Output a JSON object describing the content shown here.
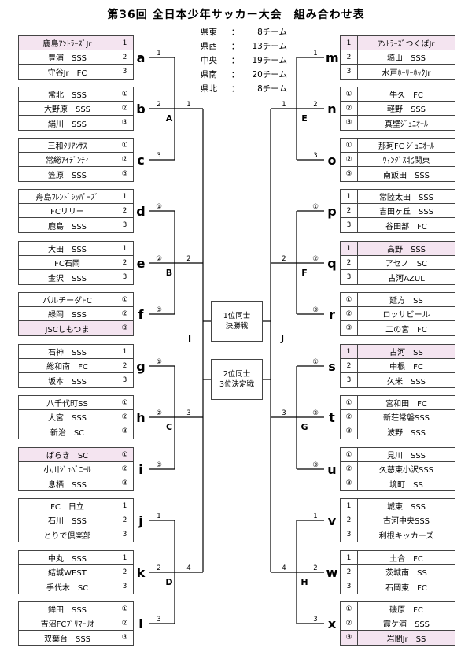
{
  "title": "第36回 全日本少年サッカー大会　組み合わせ表",
  "team_counts": [
    {
      "region": "県東",
      "sep": "：",
      "count": "8チーム"
    },
    {
      "region": "県西",
      "sep": "：",
      "count": "13チーム"
    },
    {
      "region": "中央",
      "sep": "：",
      "count": "19チーム"
    },
    {
      "region": "県南",
      "sep": "：",
      "count": "20チーム"
    },
    {
      "region": "県北",
      "sep": "：",
      "count": "8チーム"
    }
  ],
  "left_groups": [
    {
      "letter": "a",
      "teams": [
        {
          "name": "鹿島ｱﾝﾄﾗｰｽﾞJr",
          "num": "1",
          "pink": true
        },
        {
          "name": "豊浦　SSS",
          "num": "2"
        },
        {
          "name": "守谷Jr　FC",
          "num": "3"
        }
      ]
    },
    {
      "letter": "b",
      "teams": [
        {
          "name": "常北　SSS",
          "num": "①"
        },
        {
          "name": "大野原　SSS",
          "num": "②"
        },
        {
          "name": "絹川　SSS",
          "num": "③"
        }
      ]
    },
    {
      "letter": "c",
      "teams": [
        {
          "name": "三和ｸﾘｱﾝｻｽ",
          "num": "①"
        },
        {
          "name": "常総ｱｲﾃﾞﾝﾃｨ",
          "num": "②"
        },
        {
          "name": "笠原　SSS",
          "num": "③"
        }
      ]
    },
    {
      "letter": "d",
      "teams": [
        {
          "name": "舟島ﾌﾚﾝﾄﾞｼｯﾊﾟｰｽﾞ",
          "num": "1"
        },
        {
          "name": "FCリリー",
          "num": "2"
        },
        {
          "name": "鹿島　SSS",
          "num": "3"
        }
      ]
    },
    {
      "letter": "e",
      "teams": [
        {
          "name": "大田　SSS",
          "num": "1"
        },
        {
          "name": "FC石岡",
          "num": "2"
        },
        {
          "name": "金沢　SSS",
          "num": "3"
        }
      ]
    },
    {
      "letter": "f",
      "teams": [
        {
          "name": "パルチーダFC",
          "num": "①"
        },
        {
          "name": "緑岡　SSS",
          "num": "②"
        },
        {
          "name": "JSCしもつま",
          "num": "③",
          "pink": true
        }
      ]
    },
    {
      "letter": "g",
      "teams": [
        {
          "name": "石神　SSS",
          "num": "1"
        },
        {
          "name": "総和南　FC",
          "num": "2"
        },
        {
          "name": "坂本　SSS",
          "num": "3"
        }
      ]
    },
    {
      "letter": "h",
      "teams": [
        {
          "name": "八千代町SS",
          "num": "①"
        },
        {
          "name": "大宮　SSS",
          "num": "②"
        },
        {
          "name": "新治　SC",
          "num": "③"
        }
      ]
    },
    {
      "letter": "i",
      "teams": [
        {
          "name": "ばらき　SC",
          "num": "①",
          "pink": true
        },
        {
          "name": "小川ｼﾞｭﾍﾞﾆｰﾙ",
          "num": "②"
        },
        {
          "name": "息栖　SSS",
          "num": "③"
        }
      ]
    },
    {
      "letter": "j",
      "teams": [
        {
          "name": "FC　日立",
          "num": "1"
        },
        {
          "name": "石川　SSS",
          "num": "2"
        },
        {
          "name": "とりで倶楽部",
          "num": "3"
        }
      ]
    },
    {
      "letter": "k",
      "teams": [
        {
          "name": "中丸　SSS",
          "num": "1"
        },
        {
          "name": "結城WEST",
          "num": "2"
        },
        {
          "name": "手代木　SC",
          "num": "3"
        }
      ]
    },
    {
      "letter": "l",
      "teams": [
        {
          "name": "鉾田　SSS",
          "num": "①"
        },
        {
          "name": "吉沼FCﾌﾟﾘﾏｰﾘｵ",
          "num": "②"
        },
        {
          "name": "双葉台　SSS",
          "num": "③"
        }
      ]
    }
  ],
  "right_groups": [
    {
      "letter": "m",
      "teams": [
        {
          "name": "ｱﾝﾄﾗｰｽﾞつくばJr",
          "num": "1",
          "pink": true
        },
        {
          "name": "塙山　SSS",
          "num": "2"
        },
        {
          "name": "水戸ﾎｰﾘｰﾎｯｸJr",
          "num": "3"
        }
      ]
    },
    {
      "letter": "n",
      "teams": [
        {
          "name": "牛久　FC",
          "num": "①"
        },
        {
          "name": "軽野　SSS",
          "num": "②"
        },
        {
          "name": "真壁ｼﾞｭﾆｵｰﾙ",
          "num": "③"
        }
      ]
    },
    {
      "letter": "o",
      "teams": [
        {
          "name": "那珂FC ｼﾞｭﾆｵｰﾙ",
          "num": "①"
        },
        {
          "name": "ｳｨﾝｸﾞｽ北関東",
          "num": "②"
        },
        {
          "name": "南飯田　SSS",
          "num": "③"
        }
      ]
    },
    {
      "letter": "p",
      "teams": [
        {
          "name": "常陸太田　SSS",
          "num": "1"
        },
        {
          "name": "吉田ヶ丘　SSS",
          "num": "2"
        },
        {
          "name": "谷田部　FC",
          "num": "3"
        }
      ]
    },
    {
      "letter": "q",
      "teams": [
        {
          "name": "高野　SSS",
          "num": "1",
          "pink": true
        },
        {
          "name": "アセノ　SC",
          "num": "2"
        },
        {
          "name": "古河AZUL",
          "num": "3"
        }
      ]
    },
    {
      "letter": "r",
      "teams": [
        {
          "name": "延方　SS",
          "num": "①"
        },
        {
          "name": "ロッサビール",
          "num": "②"
        },
        {
          "name": "二の宮　FC",
          "num": "③"
        }
      ]
    },
    {
      "letter": "s",
      "teams": [
        {
          "name": "古河　SS",
          "num": "1",
          "pink": true
        },
        {
          "name": "中根　FC",
          "num": "2"
        },
        {
          "name": "久米　SSS",
          "num": "3"
        }
      ]
    },
    {
      "letter": "t",
      "teams": [
        {
          "name": "宮和田　FC",
          "num": "①"
        },
        {
          "name": "新荘常磐SSS",
          "num": "②"
        },
        {
          "name": "波野　SSS",
          "num": "③"
        }
      ]
    },
    {
      "letter": "u",
      "teams": [
        {
          "name": "見川　SSS",
          "num": "①"
        },
        {
          "name": "久慈東小沢SSS",
          "num": "②"
        },
        {
          "name": "境町　SS",
          "num": "③"
        }
      ]
    },
    {
      "letter": "v",
      "teams": [
        {
          "name": "城東　SSS",
          "num": "1"
        },
        {
          "name": "古河中央SSS",
          "num": "2"
        },
        {
          "name": "利根キッカーズ",
          "num": "3"
        }
      ]
    },
    {
      "letter": "w",
      "teams": [
        {
          "name": "土合　FC",
          "num": "1"
        },
        {
          "name": "茨城南　SS",
          "num": "2"
        },
        {
          "name": "石岡東　FC",
          "num": "3"
        }
      ]
    },
    {
      "letter": "x",
      "teams": [
        {
          "name": "磯原　FC",
          "num": "①"
        },
        {
          "name": "霞ケ浦　SSS",
          "num": "②"
        },
        {
          "name": "岩間Jr　SS",
          "num": "③",
          "pink": true
        }
      ]
    }
  ],
  "block_labels": {
    "A": "A",
    "B": "B",
    "C": "C",
    "D": "D",
    "E": "E",
    "F": "F",
    "G": "G",
    "H": "H",
    "I": "I",
    "J": "J"
  },
  "path_labels": {
    "one": "1",
    "two": "2",
    "three": "3",
    "four": "4",
    "c1": "①",
    "c2": "②",
    "c3": "③"
  },
  "finals": {
    "first_line1": "1位同士",
    "first_line2": "決勝戦",
    "third_line1": "2位同士",
    "third_line2": "3位決定戦"
  }
}
